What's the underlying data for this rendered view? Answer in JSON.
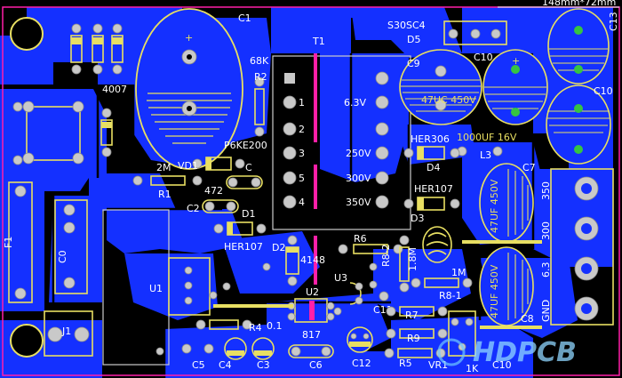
{
  "board": {
    "dimension_text": "148mm*72mm",
    "watermark": "HDPCB",
    "colors": {
      "copper": "#1430ff",
      "silk": "#e8df62",
      "pad": "#c9c9c9",
      "keepout": "#ff1fa8",
      "background": "#000000"
    }
  },
  "components": {
    "C1": "C1",
    "T1": "T1",
    "68K": "68K",
    "R2": "R2",
    "4007": "4007",
    "S30SC4": "S30SC4",
    "D5": "D5",
    "C9": "C9",
    "C10a": "C10",
    "C10b": "C10",
    "C13": "C13",
    "cap_47uc": "47UC 450V",
    "v63": "6.3V",
    "v250": "250V",
    "v300": "300V",
    "v350": "350V",
    "HER306": "HER306",
    "D4": "D4",
    "L3": "L3",
    "C7": "C7",
    "c1000": "1000UF 16V",
    "HER107a": "HER107",
    "D3": "D3",
    "P6KE200": "P6KE200",
    "VD1": "VD1",
    "C": "C",
    "2M": "2M",
    "R1": "R1",
    "472": "472",
    "C2": "C2",
    "D1": "D1",
    "HER107b": "HER107",
    "D2": "D2",
    "4148": "4148",
    "R6": "R6",
    "R8_2": "R8-2",
    "1_8M": "1.8M",
    "1M": "1M",
    "R8_1": "R8-1",
    "U3": "U3",
    "C11": "C11",
    "R7": "R7",
    "R9": "R9",
    "R5": "R5",
    "VR1": "VR1",
    "1K": "1K",
    "C0": "C0",
    "F1": "F1",
    "U1": "U1",
    "J1": "J1",
    "U2": "U2",
    "817": "817",
    "R4": "R4",
    "0_1": "0.1",
    "C5": "C5",
    "C4": "C4",
    "C3": "C3",
    "C6": "C6",
    "C12": "C12",
    "C8": "C8",
    "C10c": "C10",
    "cap47a": "47UF 450V",
    "cap47b": "47UF 450V",
    "t350": "350",
    "t300": "300",
    "t6_3": "6.3",
    "gnd": "GND",
    "plus": "+"
  }
}
